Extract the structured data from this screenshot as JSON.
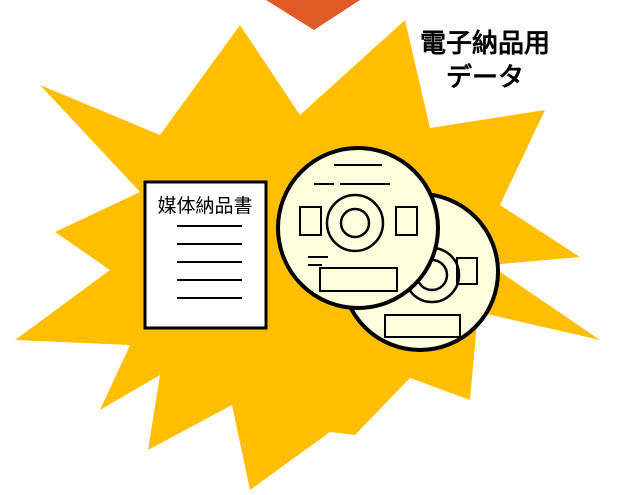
{
  "caption": {
    "line1": "電子納品用",
    "line2": "データ"
  },
  "document": {
    "title": "媒体納品書"
  },
  "colors": {
    "burst": "#ffbf00",
    "arrow": "#e05a28",
    "disc_fill": "#ffffe0",
    "stroke": "#000000",
    "paper": "#ffffff"
  },
  "icons": [
    "arrow-down-icon",
    "burst-shape",
    "document-icon",
    "disc-icon",
    "disc-icon"
  ]
}
